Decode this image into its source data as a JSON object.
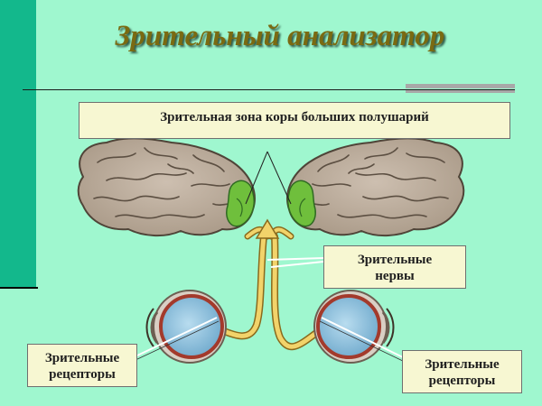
{
  "title": "Зрительный анализатор",
  "labels": {
    "cortex_zone": "Зрительная зона коры больших полушарий",
    "optic_nerves_line1": "Зрительные",
    "optic_nerves_line2": "нервы",
    "receptors_left_line1": "Зрительные",
    "receptors_left_line2": "рецепторы",
    "receptors_right_line1": "Зрительные",
    "receptors_right_line2": "рецепторы"
  },
  "colors": {
    "background": "#9ff7cf",
    "left_bar": "#13b88c",
    "title_text": "#7a6a12",
    "label_box": "#f7f7d2",
    "brain": "#b9ab9a",
    "visual_zone": "#6fbf3c",
    "nerve": "#f2d36a",
    "eye": "#8fc4e0"
  },
  "icons": [
    "brain-left-hemisphere",
    "brain-right-hemisphere",
    "eye-left",
    "eye-right",
    "optic-nerve"
  ]
}
